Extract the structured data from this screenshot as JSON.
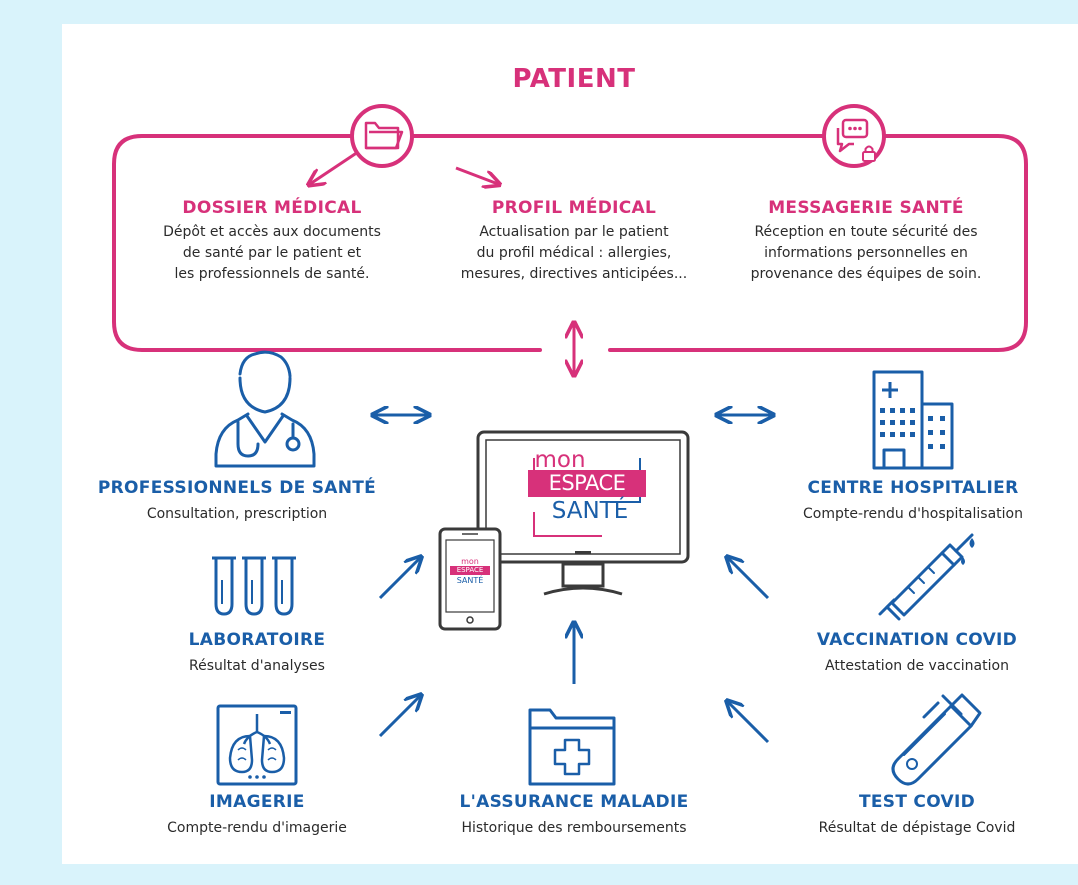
{
  "patient": {
    "title": "PATIENT",
    "sections": [
      {
        "name": "DOSSIER MÉDICAL",
        "lines": [
          "Dépôt et accès aux documents",
          "de santé par le patient et",
          "les professionnels de santé."
        ]
      },
      {
        "name": "PROFIL MÉDICAL",
        "lines": [
          "Actualisation par le patient",
          "du profil médical : allergies,",
          "mesures, directives anticipées..."
        ]
      },
      {
        "name": "MESSAGERIE SANTÉ",
        "lines": [
          "Réception en toute sécurité des",
          "informations personnelles en",
          "provenance des équipes de soin."
        ]
      }
    ]
  },
  "logo": {
    "line1": "mon",
    "line2": "ESPACE",
    "line3": "SANTÉ"
  },
  "sources": [
    {
      "key": "pro",
      "title": "PROFESSIONNELS DE SANTÉ",
      "desc": "Consultation, prescription"
    },
    {
      "key": "hosp",
      "title": "CENTRE HOSPITALIER",
      "desc": "Compte-rendu d'hospitalisation"
    },
    {
      "key": "lab",
      "title": "LABORATOIRE",
      "desc": "Résultat d'analyses"
    },
    {
      "key": "vacc",
      "title": "VACCINATION COVID",
      "desc": "Attestation de vaccination"
    },
    {
      "key": "img",
      "title": "IMAGERIE",
      "desc": "Compte-rendu d'imagerie"
    },
    {
      "key": "am",
      "title": "L'ASSURANCE MALADIE",
      "desc": "Historique des remboursements"
    },
    {
      "key": "test",
      "title": "TEST COVID",
      "desc": "Résultat de dépistage Covid"
    }
  ],
  "colors": {
    "pink": "#d7317a",
    "blue": "#1a5ea8",
    "background": "#d9f3fb",
    "card": "#ffffff"
  }
}
